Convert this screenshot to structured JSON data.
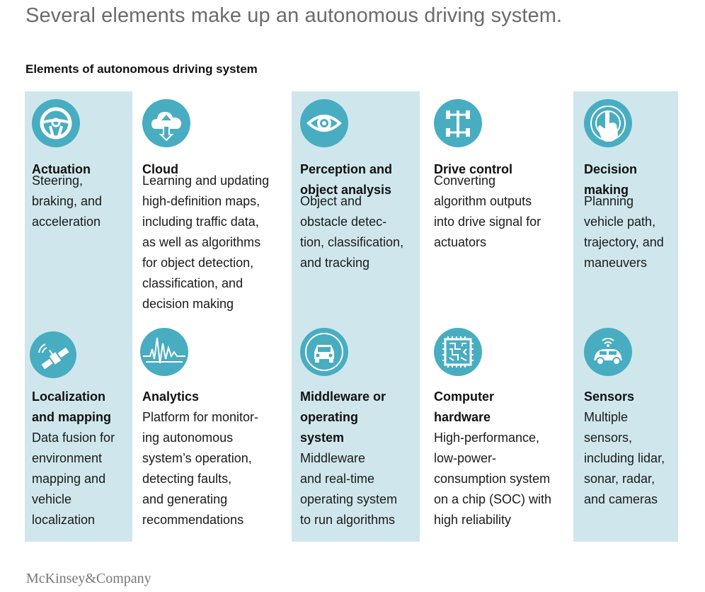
{
  "headline": "Several elements make up an autonomous driving system.",
  "subheading": "Elements of autonomous driving system",
  "colors": {
    "band": "#cfe7ec",
    "icon": "#48adc1"
  },
  "elements": [
    {
      "icon": "steering-wheel-icon",
      "title": "Actuation",
      "description": "Steering,\nbraking, and\nacceleration"
    },
    {
      "icon": "cloud-icon",
      "title": "Cloud",
      "description": "Learning and updating\nhigh-definition maps,\nincluding traffic data,\nas well as algorithms\nfor object detection,\nclassification, and\ndecision making"
    },
    {
      "icon": "eye-icon",
      "title": "Perception and\nobject analysis",
      "description": "Object and\nobstacle detec-\ntion, classification,\nand tracking"
    },
    {
      "icon": "chassis-icon",
      "title": "Drive control",
      "description": "Converting\nalgorithm outputs\ninto drive signal for\nactuators"
    },
    {
      "icon": "hand-tap-icon",
      "title": "Decision\nmaking",
      "description": "Planning\nvehicle path,\ntrajectory, and\nmaneuvers"
    },
    {
      "icon": "satellite-icon",
      "title": "Localization\nand mapping",
      "description": "Data fusion for\nenvironment\nmapping and\nvehicle\nlocalization"
    },
    {
      "icon": "pulse-icon",
      "title": "Analytics",
      "description": "Platform for monitor-\ning autonomous\nsystem’s operation,\ndetecting faults,\nand generating\nrecommendations"
    },
    {
      "icon": "car-front-icon",
      "title": "Middleware or\noperating\nsystem",
      "description": "Middleware\nand real-time\noperating system\nto run algorithms"
    },
    {
      "icon": "chip-icon",
      "title": "Computer\nhardware",
      "description": "High-performance,\nlow-power-\nconsumption system\non a chip (SOC) with\nhigh reliability"
    },
    {
      "icon": "sensor-car-icon",
      "title": "Sensors",
      "description": "Multiple\nsensors,\nincluding lidar,\nsonar, radar,\nand cameras"
    }
  ],
  "footer": "McKinsey&Company"
}
